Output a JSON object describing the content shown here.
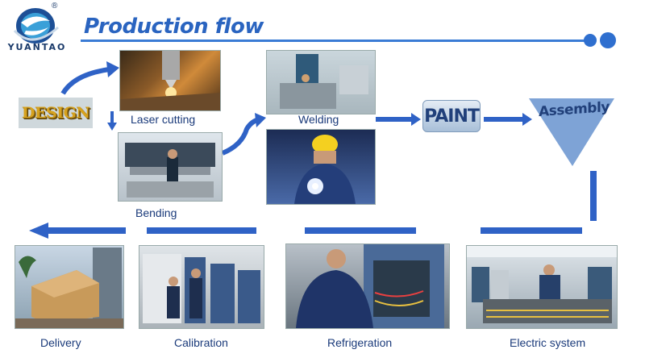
{
  "header": {
    "title": "Production flow",
    "logo_text": "YUANTAO",
    "registered_mark": "®"
  },
  "steps": {
    "design": "DESIGN",
    "laser_cutting": "Laser cutting",
    "bending": "Bending",
    "welding": "Welding",
    "paint": "PAINT",
    "assembly": "Assembly",
    "electric_system": "Electric system",
    "refrigeration": "Refrigeration",
    "calibration": "Calibration",
    "delivery": "Delivery"
  },
  "colors": {
    "accent_blue": "#2f62c6",
    "title_blue": "#2a64c0",
    "caption_navy": "#1a3a7a"
  }
}
